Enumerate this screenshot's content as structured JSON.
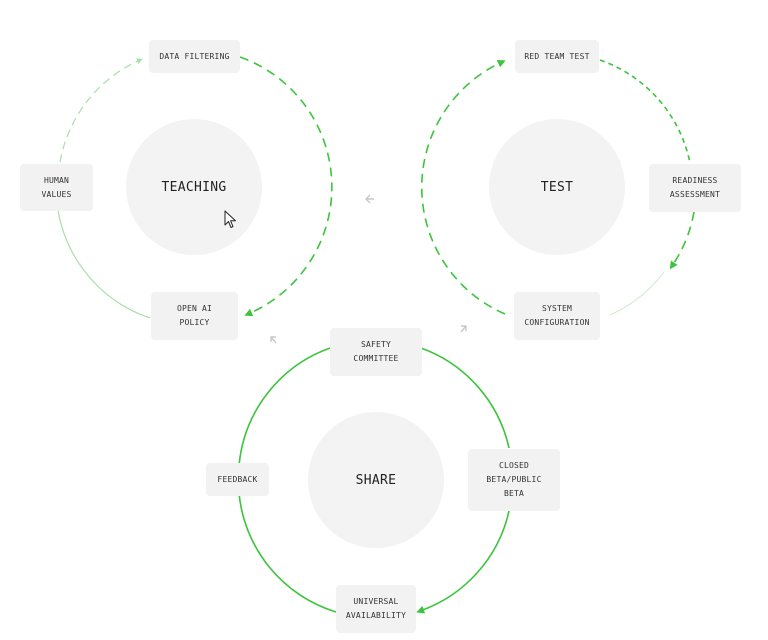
{
  "cycles": {
    "teaching": {
      "label": "TEACHING",
      "nodes": {
        "data_filtering": "DATA FILTERING",
        "human_values": "HUMAN\nVALUES",
        "open_ai_policy": "OPEN AI\nPOLICY"
      }
    },
    "test": {
      "label": "TEST",
      "nodes": {
        "red_team_test": "RED TEAM TEST",
        "readiness_assessment": "READINESS\nASSESSMENT",
        "system_configuration": "SYSTEM\nCONFIGURATION"
      }
    },
    "share": {
      "label": "SHARE",
      "nodes": {
        "safety_committee": "SAFETY\nCOMMITTEE",
        "closed_beta": "CLOSED\nBETA/PUBLIC\nBETA",
        "universal_availability": "UNIVERSAL\nAVAILABILITY",
        "feedback": "FEEDBACK"
      }
    }
  },
  "colors": {
    "accent_green": "#3cc43c",
    "faded_green": "#a8e0a8",
    "node_bg": "#f2f2f2",
    "center_bg": "#f3f3f3",
    "connector_gray": "#c8c8c8"
  },
  "icons": [
    "mouse-cursor-icon",
    "arrow-icon"
  ]
}
